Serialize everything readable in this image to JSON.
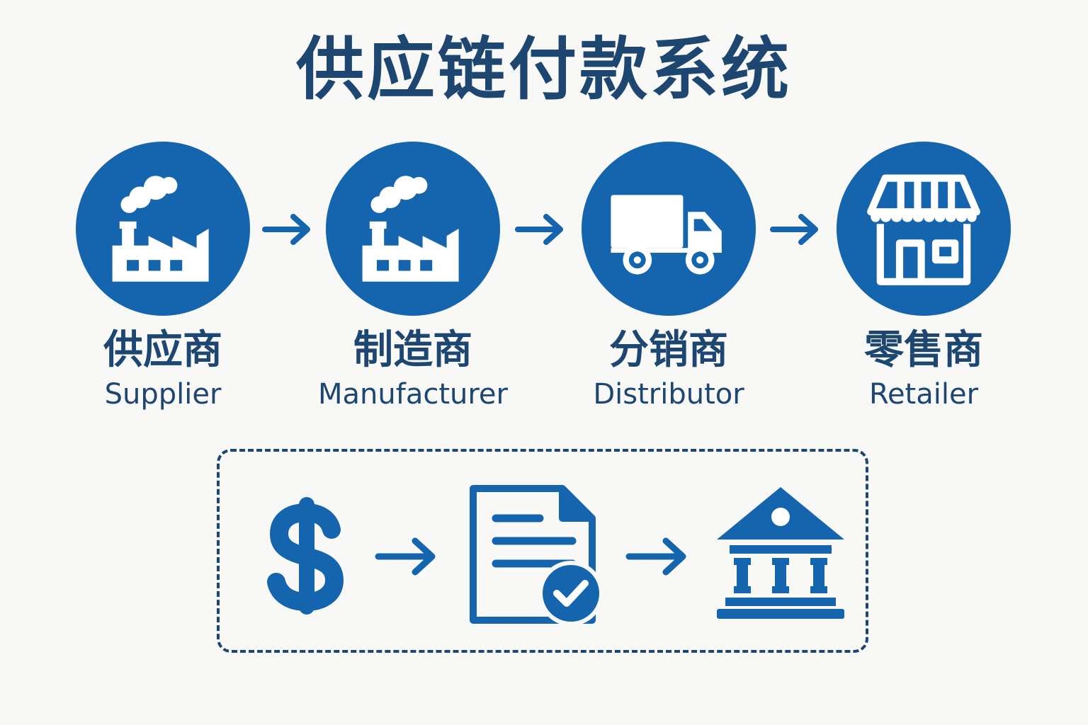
{
  "title": "供应链付款系统",
  "colors": {
    "primary": "#1465ae",
    "text": "#1d4670",
    "background": "#f8f8f6"
  },
  "stages": [
    {
      "icon": "factory-icon",
      "label_cn": "供应商",
      "label_en": "Supplier"
    },
    {
      "icon": "factory-icon",
      "label_cn": "制造商",
      "label_en": "Manufacturer"
    },
    {
      "icon": "truck-icon",
      "label_cn": "分销商",
      "label_en": "Distributor"
    },
    {
      "icon": "storefront-icon",
      "label_cn": "零售商",
      "label_en": "Retailer"
    }
  ],
  "payment_flow": [
    "dollar-icon",
    "invoice-approved-icon",
    "bank-icon"
  ]
}
